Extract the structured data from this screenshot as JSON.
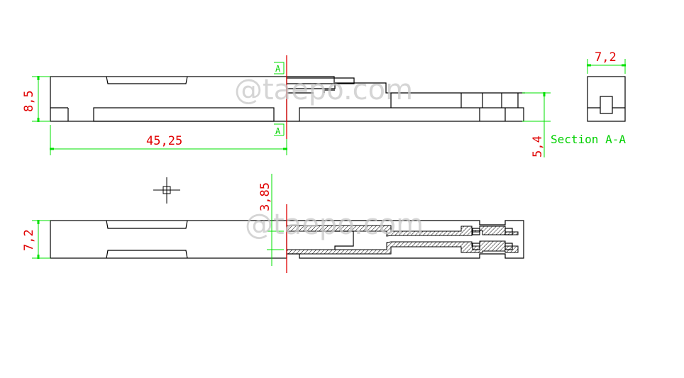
{
  "drawing": {
    "watermark": "@taepo.com",
    "colors": {
      "object": "#000000",
      "dimension": "#00e000",
      "dimension_text": "#e00000",
      "cut_line": "#e00000",
      "watermark": "#c8c8c8"
    },
    "top_view": {
      "dim_height": "8,5",
      "dim_length": "45,25",
      "dim_right_height": "5,4",
      "section_marker_top": "A",
      "section_marker_bottom": "A"
    },
    "section_view": {
      "dim_width": "7,2",
      "label": "Section A-A"
    },
    "bottom_view": {
      "dim_height": "7,2",
      "dim_inner": "3,85"
    },
    "cursor_icon": "crosshair-icon"
  }
}
